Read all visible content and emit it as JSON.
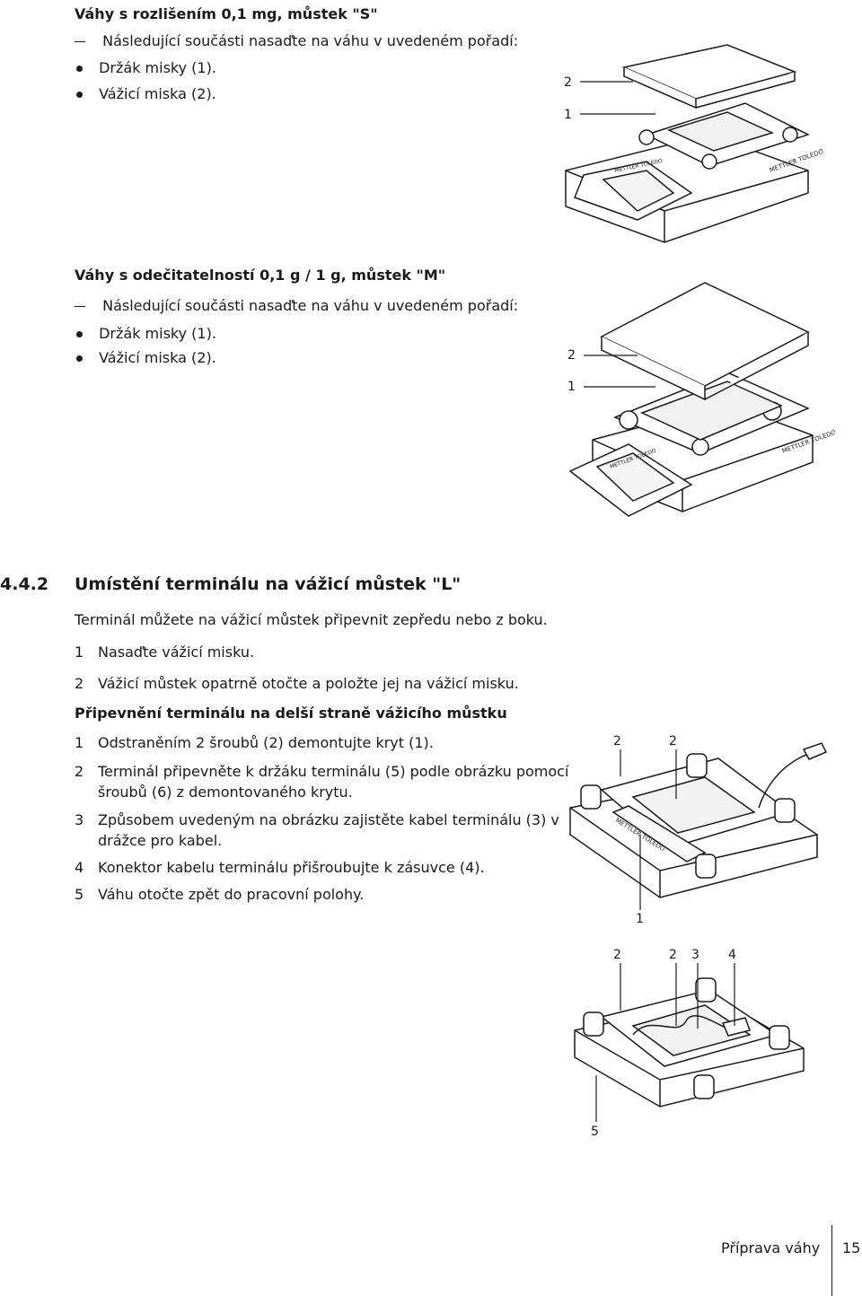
{
  "section_s": {
    "heading": "Váhy s rozlišením 0,1 mg, můstek \"S\"",
    "intro": "Následující součásti nasaďte na váhu v uvedeném pořadí:",
    "items": [
      "Držák misky (1).",
      "Vážicí miska (2)."
    ],
    "figure_labels": [
      "2",
      "1"
    ],
    "logo_text": "METTLER TOLEDO"
  },
  "section_m": {
    "heading": "Váhy s odečitatelností 0,1 g / 1 g, můstek \"M\"",
    "intro": "Následující součásti nasaďte na váhu v uvedeném pořadí:",
    "items": [
      "Držák misky (1).",
      "Vážicí miska (2)."
    ],
    "figure_labels": [
      "2",
      "1"
    ],
    "logo_text": "METTLER TOLEDO"
  },
  "section_442": {
    "number": "4.4.2",
    "title": "Umístění terminálu na vážicí můstek \"L\"",
    "intro": "Terminál můžete na vážicí můstek připevnit zepředu nebo z boku.",
    "steps": [
      {
        "n": "1",
        "text": "Nasaďte vážicí misku."
      },
      {
        "n": "2",
        "text": "Vážicí můstek opatrně otočte a položte jej na vážicí misku."
      }
    ],
    "subheading": "Připevnění terminálu na delší straně vážicího můstku",
    "substeps": [
      {
        "n": "1",
        "text": "Odstraněním 2 šroubů (2) demontujte kryt (1)."
      },
      {
        "n": "2",
        "text": "Terminál připevněte k držáku terminálu (5) podle obrázku pomocí",
        "text2": "šroubů (6) z demontovaného krytu."
      },
      {
        "n": "3",
        "text": "Způsobem uvedeným na obrázku zajistěte kabel terminálu (3) v",
        "text2": "drážce pro kabel."
      },
      {
        "n": "4",
        "text": "Konektor kabelu terminálu přišroubujte k zásuvce (4)."
      },
      {
        "n": "5",
        "text": "Váhu otočte zpět do pracovní polohy."
      }
    ],
    "figure3_labels": [
      "2",
      "2",
      "1"
    ],
    "figure4_labels": [
      "2",
      "2",
      "3",
      "4",
      "5"
    ],
    "logo_text": "METTLER TOLEDO"
  },
  "footer": {
    "chapter": "Příprava váhy",
    "page": "15"
  }
}
